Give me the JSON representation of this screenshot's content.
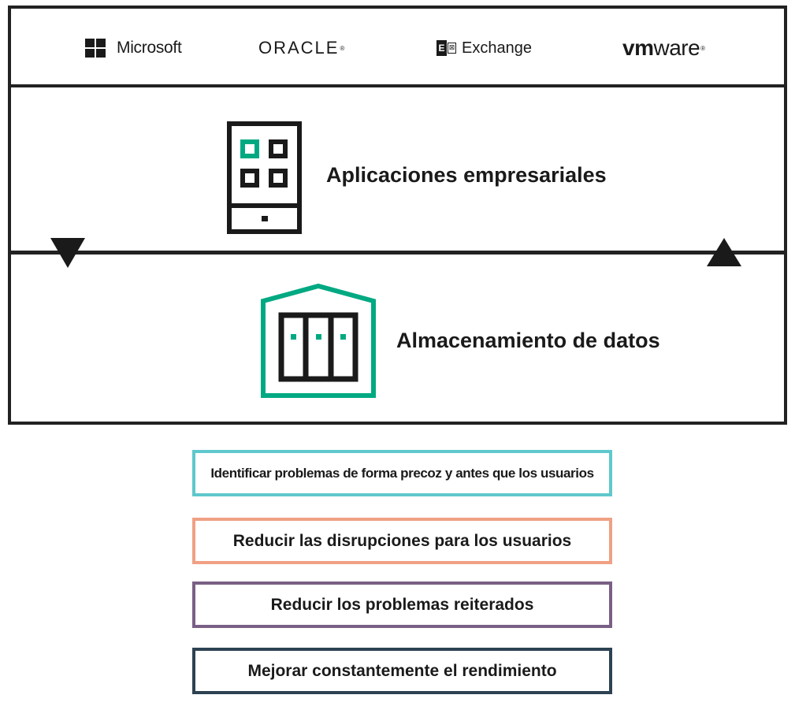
{
  "logos": {
    "microsoft": "Microsoft",
    "oracle": "ORACLE",
    "exchange": "Exchange",
    "exchange_mark": "E",
    "vmware_bold": "vm",
    "vmware_light": "ware"
  },
  "tiers": {
    "applications": "Aplicaciones empresariales",
    "storage": "Almacenamiento de datos"
  },
  "goals": [
    "Identificar problemas de forma precoz y antes que los usuarios",
    "Reducir las disrupciones para los usuarios",
    "Reducir los problemas reiterados",
    "Mejorar constantemente el rendimiento"
  ],
  "colors": {
    "accent_green": "#01a982",
    "goal_1_border": "#5fc8cc",
    "goal_2_border": "#f0a084",
    "goal_3_border": "#7a5f85",
    "goal_4_border": "#2d4252",
    "line": "#222222"
  },
  "icons": {
    "apps": "tablet-apps-icon",
    "storage": "data-storage-icon",
    "down": "triangle-down-icon",
    "up": "triangle-up-icon"
  }
}
